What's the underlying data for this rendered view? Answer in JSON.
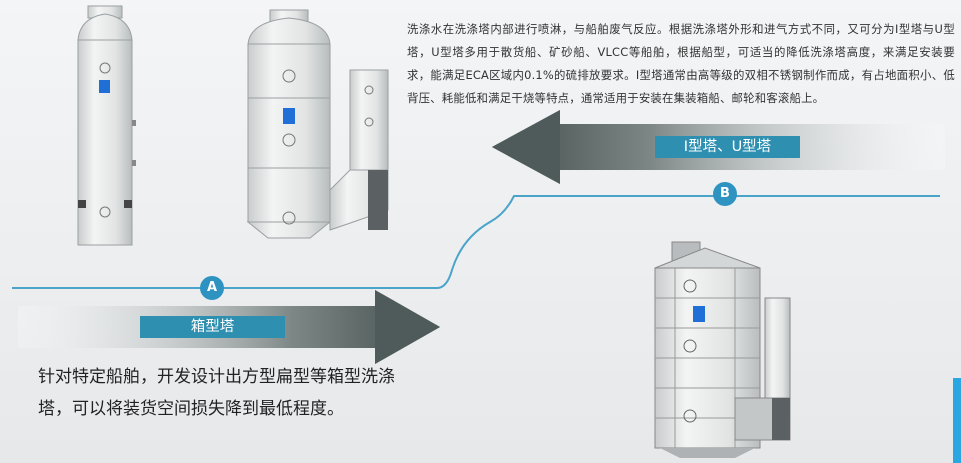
{
  "description": "洗涤水在洗涤塔内部进行喷淋，与船舶废气反应。根据洗涤塔外形和进气方式不同，又可分为I型塔与U型塔，U型塔多用于散货船、矿砂船、VLCC等船舶，根据船型，可适当的降低洗涤塔高度，来满足安装要求，能满足ECA区域内0.1%的硫排放要求。I型塔通常由高等级的双相不锈钢制作而成，有占地面积小、低背压、耗能低和满足干烧等特点，通常适用于安装在集装箱船、邮轮和客滚船上。",
  "label_b": "I型塔、U型塔",
  "label_a": "箱型塔",
  "marker_a": "A",
  "marker_b": "B",
  "bottom_text": "针对特定船舶，开发设计出方型扁型等箱型洗涤塔，可以将装货空间损失降到最低程度。",
  "colors": {
    "accent": "#2e8fb0",
    "marker": "#2f93c2",
    "arrow": "#4f5b5a",
    "line": "#4aa3c8"
  }
}
